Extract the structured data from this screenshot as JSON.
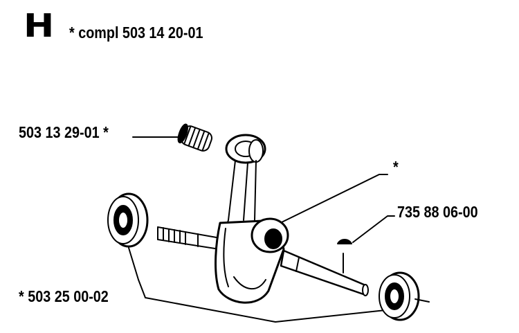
{
  "header": {
    "section_letter": "H",
    "compl_text": "* compl 503 14 20-01"
  },
  "labels": {
    "needle_bearing": "503 13 29-01 *",
    "crankshaft_asterisk": "*",
    "key": "735 88 06-00",
    "ball_bearing": "* 503 25 00-02"
  },
  "colors": {
    "ink": "#000000",
    "paper": "#ffffff"
  }
}
